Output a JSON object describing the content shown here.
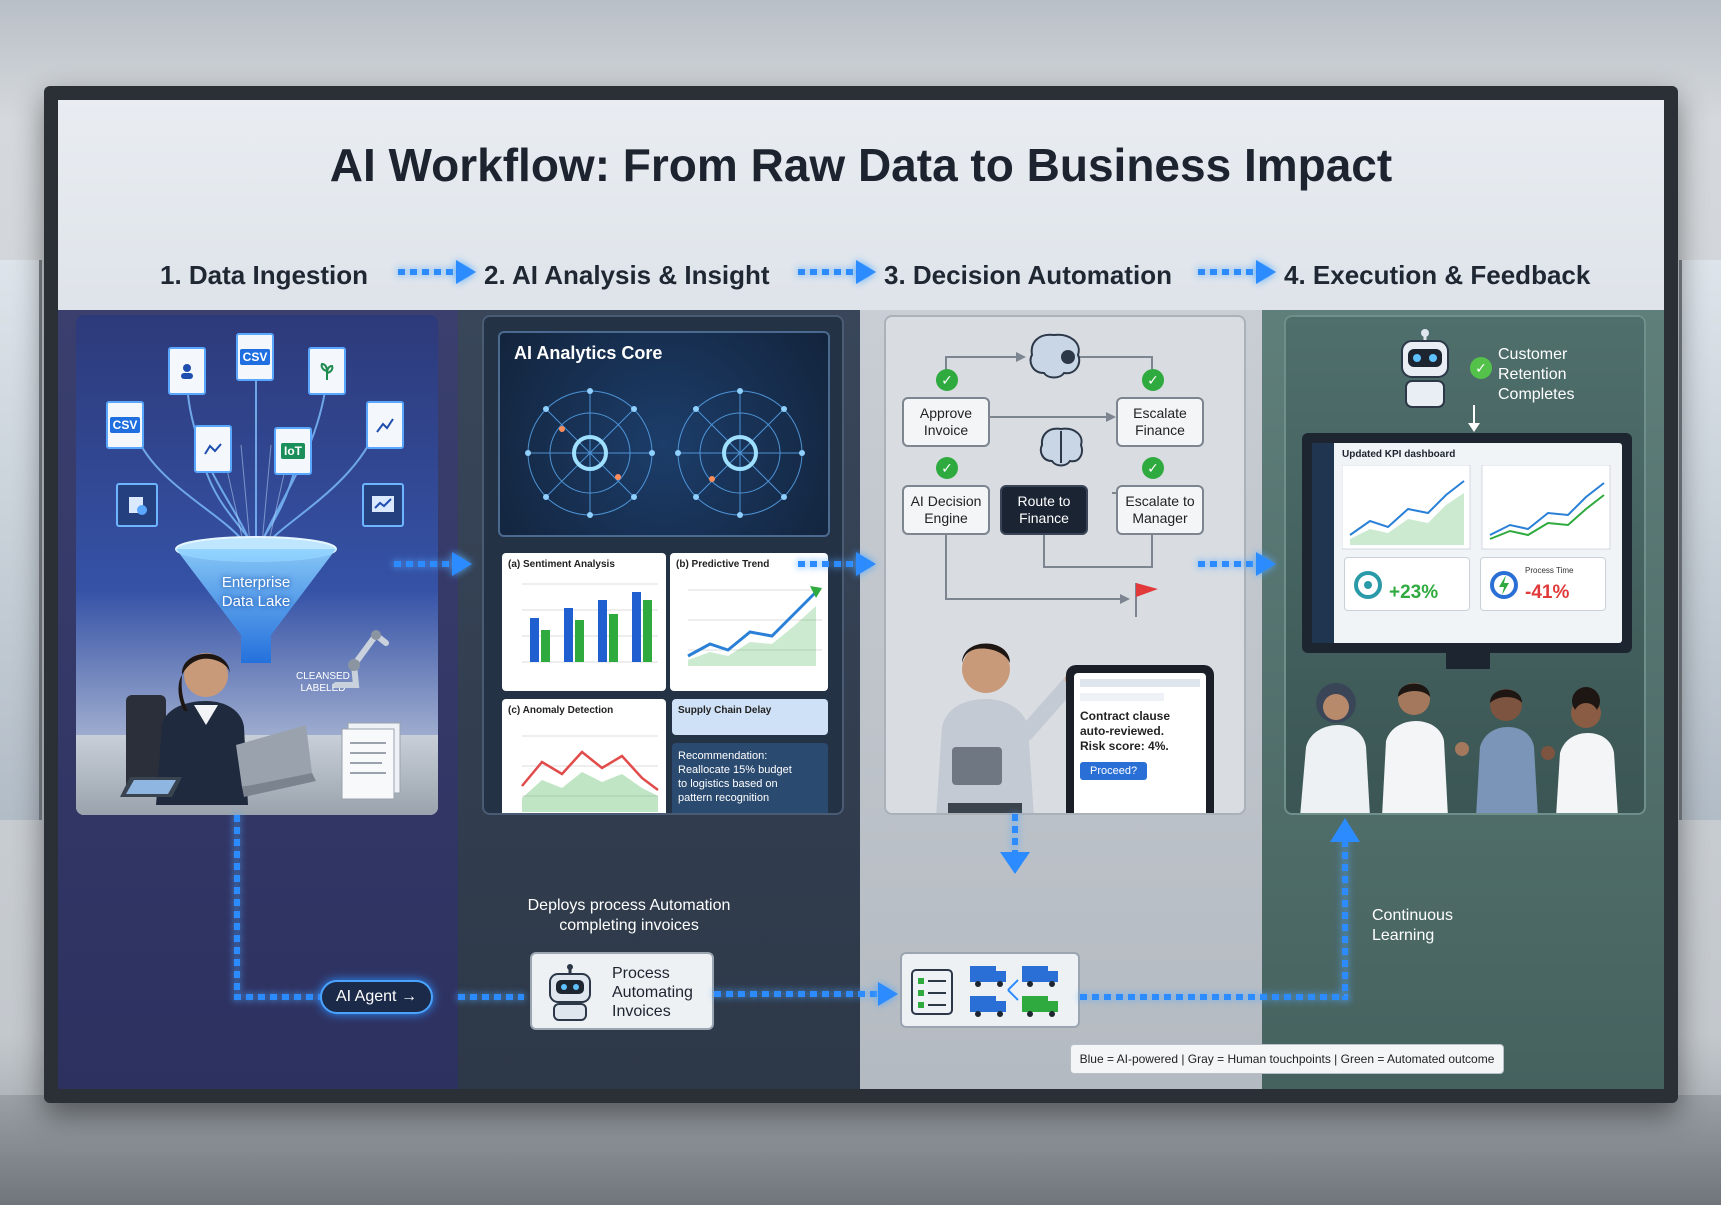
{
  "title": "AI Workflow: From Raw Data to Business Impact",
  "steps": [
    {
      "label": "1. Data Ingestion"
    },
    {
      "label": "2. AI Analysis & Insight"
    },
    {
      "label": "3. Decision Automation"
    },
    {
      "label": "4. Execution & Feedback"
    }
  ],
  "panel1": {
    "docs": [
      "CSV",
      "CSV",
      "IoT"
    ],
    "funnel_label_1": "Enterprise",
    "funnel_label_2": "Data Lake",
    "cleansed_1": "CLEANSED",
    "cleansed_2": "LABELED"
  },
  "panel2": {
    "core_title": "AI Analytics Core",
    "card_a_title": "(a) Sentiment Analysis",
    "card_b_title": "(b) Predictive Trend",
    "card_c_title": "(c) Anomaly Detection",
    "card_d_title": "Supply Chain Delay",
    "recommendation_1": "Recommendation:",
    "recommendation_2": "Reallocate 15% budget",
    "recommendation_3": "to logistics based on",
    "recommendation_4": "pattern recognition"
  },
  "panel3": {
    "node_approve_1": "Approve",
    "node_approve_2": "Invoice",
    "node_escalate_finance_1": "Escalate",
    "node_escalate_finance_2": "Finance",
    "node_ai_engine_1": "AI Decision",
    "node_ai_engine_2": "Engine",
    "node_route_1": "Route to",
    "node_route_2": "Finance",
    "node_escalate_mgr_1": "Escalate to",
    "node_escalate_mgr_2": "Manager",
    "tablet_line_1": "Contract clause",
    "tablet_line_2": "auto-reviewed.",
    "tablet_line_3": "Risk score: 4%.",
    "tablet_button": "Proceed?"
  },
  "panel4": {
    "badge_1": "Customer",
    "badge_2": "Retention",
    "badge_3": "Completes",
    "dashboard_title": "Updated KPI dashboard",
    "kpi_1": "+23%",
    "kpi_2": "-41%",
    "kpi_2_label": "Process Time"
  },
  "bottom": {
    "deploy_1": "Deploys process Automation",
    "deploy_2": "completing invoices",
    "ai_agent": "AI Agent →",
    "process_1": "Process",
    "process_2": "Automating",
    "process_3": "Invoices",
    "continuous_1": "Continuous",
    "continuous_2": "Learning",
    "legend": "Blue = AI-powered  |  Gray = Human touchpoints  |  Green = Automated outcome"
  },
  "colors": {
    "ai_blue": "#2c8cff",
    "human_gray": "#9aa5b1",
    "outcome_green": "#2faa3e"
  }
}
